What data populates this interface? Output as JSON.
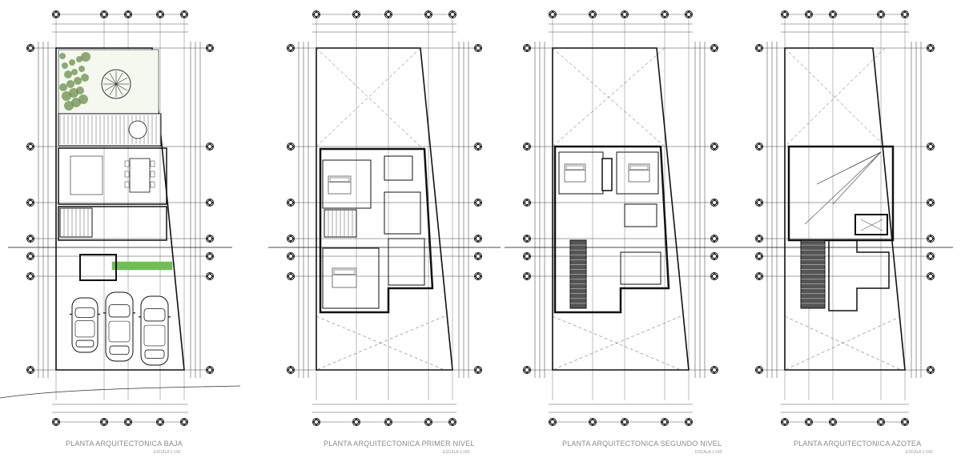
{
  "plans": [
    {
      "id": "baja",
      "title": "PLANTA ARQUITECTONICA BAJA",
      "scale": "ESCALA 1:100"
    },
    {
      "id": "primer",
      "title": "PLANTA ARQUITECTONICA PRIMER NIVEL",
      "scale": "ESCALA 1:100"
    },
    {
      "id": "segundo",
      "title": "PLANTA ARQUITECTONICA SEGUNDO NIVEL",
      "scale": "ESCALA 1:100"
    },
    {
      "id": "azotea",
      "title": "PLANTA ARQUITECTONICA AZOTEA",
      "scale": "ESCALA 1:100"
    }
  ],
  "colors": {
    "line": "#111111",
    "thin": "#555555",
    "grid_line": "#444444",
    "garden": "#6b8f4a",
    "green_strip": "#6fbf55",
    "stair_yellow": "#e8c84a",
    "title": "#8a8a8a"
  },
  "icons": [
    "grid-axis-marker",
    "car",
    "bed",
    "dining-table",
    "stair",
    "tree"
  ]
}
